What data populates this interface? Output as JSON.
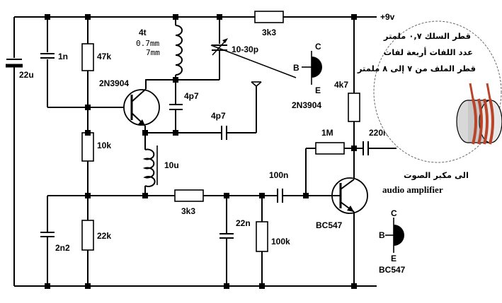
{
  "supply": {
    "label": "+9v"
  },
  "components": {
    "c_22u": "22u",
    "c_1n": "1n",
    "r_47k": "47k",
    "q1_part": "2N3904",
    "coil_turns": "4t",
    "coil_wire": "0.7mm",
    "coil_dia": "7mm",
    "r_3k3_top": "3k3",
    "trimmer": "10-30p",
    "c_4p7_a": "4p7",
    "c_4p7_b": "4p7",
    "r_10k": "10k",
    "choke_10u": "10u",
    "r_3k3_bottom": "3k3",
    "c_22n": "22n",
    "c_100n": "100n",
    "r_100k": "100k",
    "r_22k": "22k",
    "c_2n2": "2n2",
    "r_4k7": "4k7",
    "r_1m": "1M",
    "c_220n": "220n",
    "q2_part": "BC547"
  },
  "pinout_top": {
    "part": "2N3904",
    "c": "C",
    "b": "B",
    "e": "E"
  },
  "pinout_bottom": {
    "part": "BC547",
    "c": "C",
    "b": "B",
    "e": "E"
  },
  "coil_notes": {
    "line1": "قطر السلك ٠,٧ ملمتر",
    "line2": "عدد اللفات أربعة لفات",
    "line3": "قطر الملف من ٧ إلى ٨ ملمتر"
  },
  "amp_label": {
    "arabic": "الى مكبر الصوت",
    "english": "audio amplifier"
  }
}
